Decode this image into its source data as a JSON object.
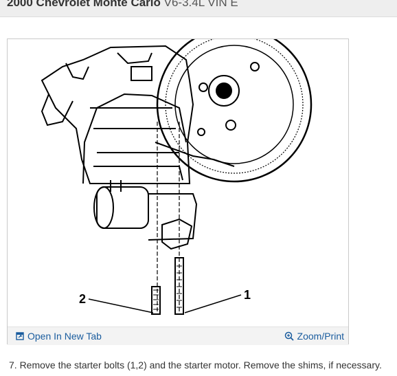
{
  "header": {
    "vehicle": "2000 Chevrolet Monte Carlo",
    "engine": "V6-3.4L VIN E"
  },
  "figure": {
    "callouts": [
      "1",
      "2"
    ],
    "toolbar": {
      "open_new_tab": "Open In New Tab",
      "zoom_print": "Zoom/Print"
    },
    "icons": {
      "open_new_tab": "external-window-icon",
      "zoom_print": "magnifier-plus-icon"
    }
  },
  "caption": "7. Remove the starter bolts (1,2) and the starter motor. Remove the shims, if necessary.",
  "colors": {
    "link": "#1a5c9e",
    "toolbar_bg": "#f3f3f3",
    "header_bg": "#eeeeee"
  }
}
